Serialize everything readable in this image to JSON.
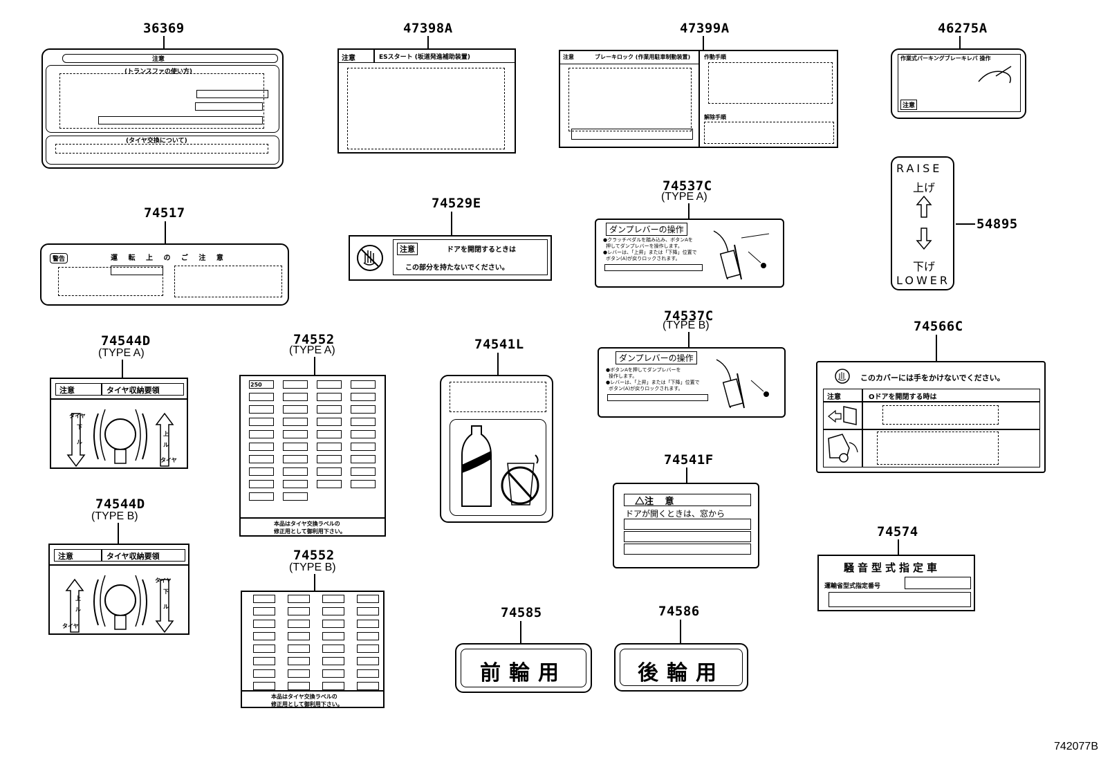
{
  "diagram_id": "742077B",
  "parts": {
    "p36369": "36369",
    "p47398a": "47398A",
    "p47399a": "47399A",
    "p46275a": "46275A",
    "p74517": "74517",
    "p74529e": "74529E",
    "p74537c_a": "74537C",
    "p74537c_b": "74537C",
    "p54895": "54895",
    "p74544d_a": "74544D",
    "p74544d_b": "74544D",
    "p74552_a": "74552",
    "p74552_b": "74552",
    "p74541l": "74541L",
    "p74541f": "74541F",
    "p74566c": "74566C",
    "p74574": "74574",
    "p74585": "74585",
    "p74586": "74586"
  },
  "types": {
    "type_a": "(TYPE A)",
    "type_b": "(TYPE B)"
  },
  "labels": {
    "l36369_head": "注意",
    "l36369_sub1": "(トランスファの使い方)",
    "l36369_sub2": "(タイヤ交換について)",
    "l47398a_warn": "注意",
    "l47398a_title": "ESスタート (坂道発進補助装置)",
    "l47399a_warn": "注意",
    "l47399a_title": "ブレーキロック (作業用駐車制動装置)",
    "l47399a_s1": "作動手順",
    "l47399a_s2": "解除手順",
    "l46275a_title": "作業式パーキングブレーキレバ 操作",
    "l46275a_warn": "注意",
    "l74517_warn": "警告",
    "l74517_title": "運 転 上 の ご 注 意",
    "l74529e_warn": "注意",
    "l74529e_t1": "ドアを開閉するときは",
    "l74529e_t2": "この部分を持たないでください。",
    "l74537_title": "ダンプレバーの操作",
    "l74537a_t1": "●クラッチペダルを踏み込み、ボタンAを",
    "l74537a_t2": "押してダンプレバーを操作します。",
    "l74537a_t3": "●レバーは、「上昇」または「下降」位置で",
    "l74537a_t4": "ボタン(A)が戻りロックされます。",
    "l74537b_t1": "●ボタンAを押してダンプレバーを",
    "l74537b_t2": "操作します。",
    "l74537b_t3": "●レバーは、「上昇」または「下降」位置で",
    "l74537b_t4": "ボタン(A)が戻りロックされます。",
    "l54895_raise": "RAISE",
    "l54895_up": "上げ",
    "l54895_down": "下げ",
    "l54895_lower": "LOWER",
    "l74544_warn": "注意",
    "l74544_title": "タイヤ収納要領",
    "l74544_tire": "タイヤ",
    "l74544_down": "下",
    "l74544_up": "上",
    "l74544_ru": "ル",
    "l74552_first": "250",
    "l74552_foot1": "本品はタイヤ交換ラベルの",
    "l74552_foot2": "修正用として御利用下さい。",
    "l74541f_warn": "注 意",
    "l74541f_t1": "ドアが開くときは、窓から",
    "l74566c_t1": "このカバーには手をかけないでください。",
    "l74566c_warn": "注意",
    "l74566c_t2": "Oドアを開閉する時は",
    "l74574_title": "騒音型式指定車",
    "l74574_t1": "運輸省型式指定番号",
    "l74585": "前輪用",
    "l74586": "後輪用"
  }
}
